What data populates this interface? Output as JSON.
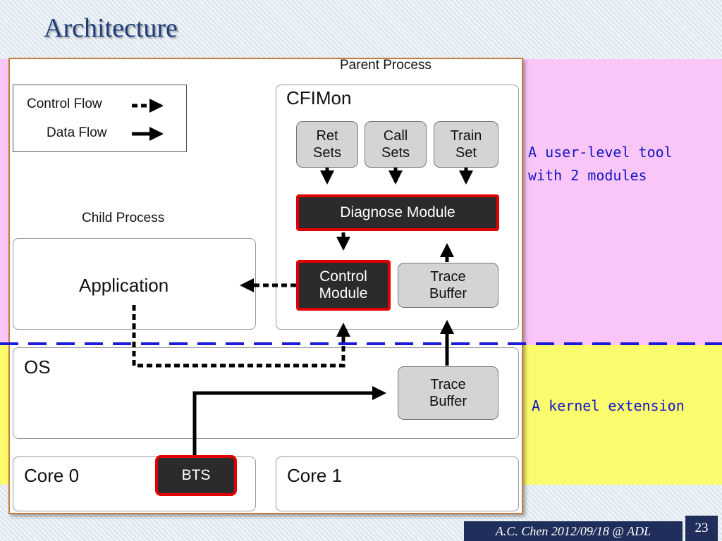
{
  "slide": {
    "title": "Architecture",
    "footer": "A.C. Chen 2012/09/18 @ ADL",
    "page_number": "23"
  },
  "legend": {
    "control_flow": "Control Flow",
    "data_flow": "Data Flow"
  },
  "diagram": {
    "parent_process": "Parent Process",
    "child_process": "Child Process",
    "cfimon": "CFIMon",
    "ret_sets": "Ret\nSets",
    "call_sets": "Call\nSets",
    "train_set": "Train\nSet",
    "diagnose_module": "Diagnose Module",
    "control_module": "Control\nModule",
    "trace_buffer_user": "Trace\nBuffer",
    "application": "Application",
    "os": "OS",
    "trace_buffer_kernel": "Trace\nBuffer",
    "core0": "Core 0",
    "bts": "BTS",
    "core1": "Core 1"
  },
  "annotations": {
    "user_tool": "A user-level tool\nwith 2 modules",
    "kernel_ext": "A kernel extension"
  },
  "colors": {
    "user_band": "#f9c6f7",
    "kernel_band": "#fbfb6e",
    "divider": "#1a1ad8",
    "highlight": "#e00000",
    "annotation_text": "#1414c8"
  }
}
